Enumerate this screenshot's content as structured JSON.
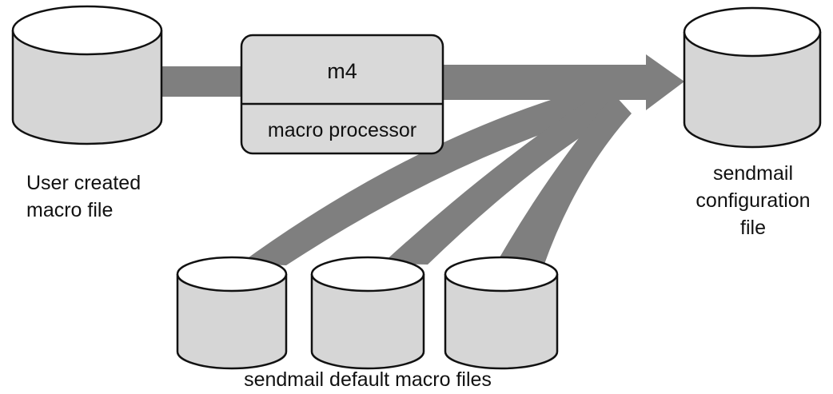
{
  "diagram": {
    "processor": {
      "title": "m4",
      "subtitle": "macro processor"
    },
    "input": {
      "line1": "User created",
      "line2": "macro file"
    },
    "output": {
      "line1": "sendmail",
      "line2": "configuration",
      "line3": "file"
    },
    "defaults": {
      "label": "sendmail default macro files",
      "count": 3
    },
    "colors": {
      "cylinder_fill": "#d6d6d6",
      "cylinder_top": "#ffffff",
      "stroke": "#111111",
      "arrow": "#7f7f7f",
      "box_fill": "#d9d9d9",
      "background": "#ffffff"
    }
  }
}
